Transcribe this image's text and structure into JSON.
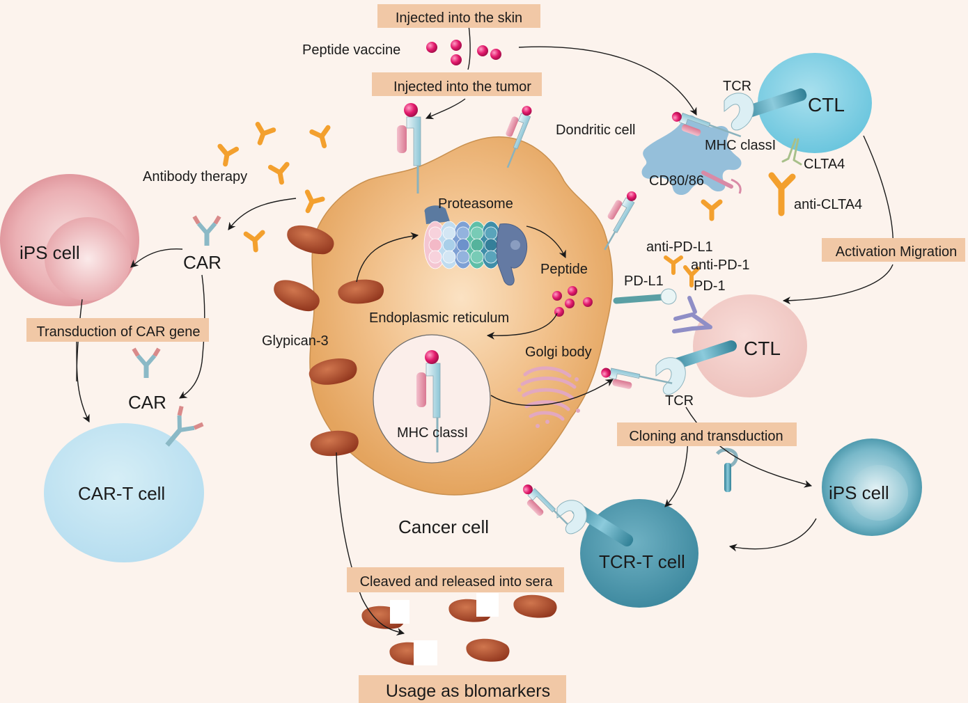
{
  "boxes": {
    "skin": "Injected into the skin",
    "tumor": "Injected into the tumor",
    "activation": "Activation Migration",
    "transduction_car": "Transduction of CAR gene",
    "cloning": "Cloning and transduction",
    "cleaved": "Cleaved and released into sera",
    "biomarkers": "Usage as blomarkers"
  },
  "labels": {
    "peptide_vaccine": "Peptide vaccine",
    "tcr_top": "TCR",
    "ctl_top": "CTL",
    "dendritic": "Dondritic cell",
    "mhc_dc": "MHC classI",
    "clta4": "CLTA4",
    "cd80": "CD80/86",
    "anti_clta4": "anti-CLTA4",
    "antibody_therapy": "Antibody therapy",
    "ips_left": "iPS cell",
    "car_1": "CAR",
    "car_2": "CAR",
    "car_t": "CAR-T cell",
    "glypican": "Glypican-3",
    "proteasome": "Proteasome",
    "peptide": "Peptide",
    "er": "Endoplasmic reticulum",
    "mhc_inner": "MHC classI",
    "golgi": "Golgi body",
    "cancer_cell": "Cancer cell",
    "anti_pdl1": "anti-PD-L1",
    "anti_pd1": "anti-PD-1",
    "pdl1": "PD-L1",
    "pd1": "PD-1",
    "ctl_mid": "CTL",
    "tcr_mid": "TCR",
    "ips_right": "iPS cell",
    "tcr_t": "TCR-T cell"
  },
  "colors": {
    "background": "#fcf3ed",
    "label_box": "#f1c8a6",
    "cancer_cell": "#ecb26e",
    "glypican": "#a8482a",
    "peptide": "#e2196b",
    "ctl_top": "#7ccde2",
    "ctl_mid": "#efc9c5",
    "car_t": "#c2e3ef",
    "tcr_t": "#4f98ad",
    "antibody": "#f3a02e",
    "dendritic": "#86b6d6"
  }
}
